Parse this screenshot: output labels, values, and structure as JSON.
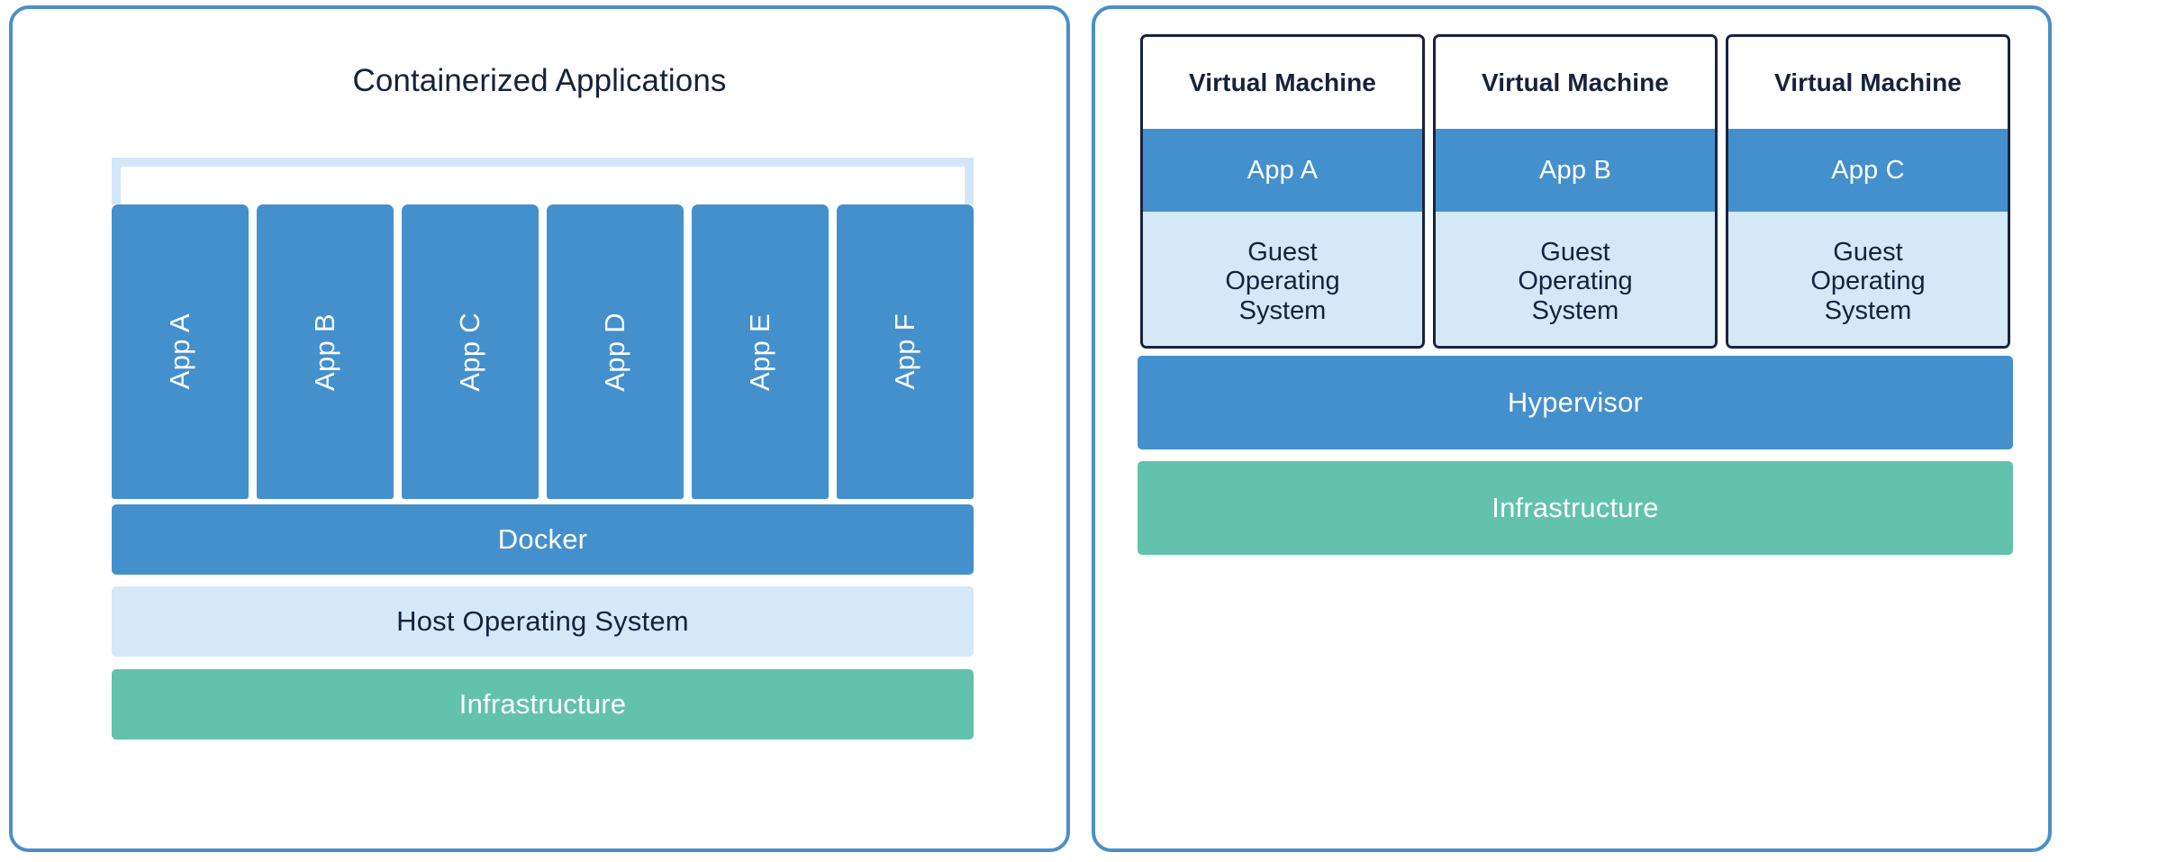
{
  "colors": {
    "panel_border": "#4a8fc7",
    "blue": "#4490cd",
    "light_blue": "#d4e8f8",
    "bracket_blue": "#d4e7fa",
    "green": "#62c2ac",
    "navy_text": "#15213d",
    "vm_border": "#19233f",
    "white": "#ffffff"
  },
  "left_panel": {
    "title": "Containerized Applications",
    "apps": [
      {
        "label": "App A"
      },
      {
        "label": "App B"
      },
      {
        "label": "App C"
      },
      {
        "label": "App D"
      },
      {
        "label": "App E"
      },
      {
        "label": "App F"
      }
    ],
    "layers": [
      {
        "label": "Docker"
      },
      {
        "label": "Host Operating System"
      },
      {
        "label": "Infrastructure"
      }
    ]
  },
  "right_panel": {
    "vms": [
      {
        "title": "Virtual Machine",
        "app": "App A",
        "guest_line1": "Guest",
        "guest_line2": "Operating",
        "guest_line3": "System"
      },
      {
        "title": "Virtual Machine",
        "app": "App B",
        "guest_line1": "Guest",
        "guest_line2": "Operating",
        "guest_line3": "System"
      },
      {
        "title": "Virtual Machine",
        "app": "App C",
        "guest_line1": "Guest",
        "guest_line2": "Operating",
        "guest_line3": "System"
      }
    ],
    "layers": [
      {
        "label": "Hypervisor"
      },
      {
        "label": "Infrastructure"
      }
    ]
  }
}
